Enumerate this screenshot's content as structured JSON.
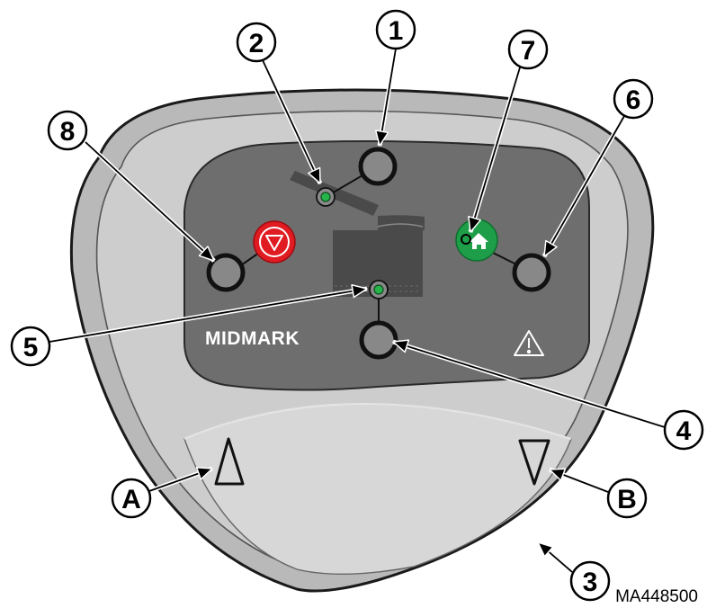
{
  "diagram": {
    "brand_label": "MIDMARK",
    "figure_id": "MA448500",
    "callouts": [
      {
        "key": "1",
        "label": "1"
      },
      {
        "key": "2",
        "label": "2"
      },
      {
        "key": "3",
        "label": "3"
      },
      {
        "key": "4",
        "label": "4"
      },
      {
        "key": "5",
        "label": "5"
      },
      {
        "key": "6",
        "label": "6"
      },
      {
        "key": "7",
        "label": "7"
      },
      {
        "key": "8",
        "label": "8"
      },
      {
        "key": "A",
        "label": "A"
      },
      {
        "key": "B",
        "label": "B"
      }
    ],
    "colors": {
      "outer_shell": "#b9b9b9",
      "inner_shell": "#cdcdcd",
      "panel": "#6e6e6e",
      "seat_icon": "#4a4a4a",
      "stop_button": "#e11b22",
      "home_button": "#1e9e48",
      "led": "#26b34a"
    },
    "icons": [
      "stop-icon",
      "home-icon",
      "warning-icon",
      "up-arrow-icon",
      "down-arrow-icon",
      "seat-icon"
    ]
  }
}
